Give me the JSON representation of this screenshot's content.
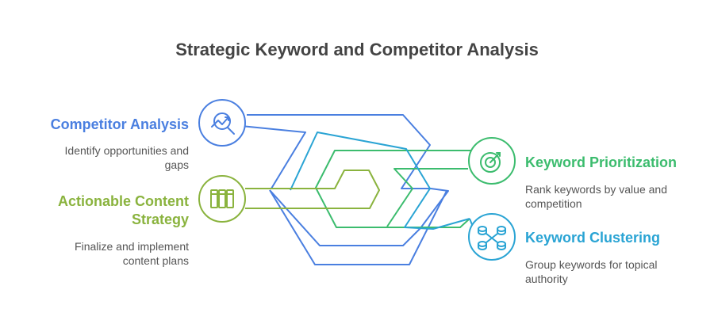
{
  "title": "Strategic Keyword and Competitor Analysis",
  "colors": {
    "competitor": "#4a7fe0",
    "content": "#8ab33e",
    "prioritization": "#3cbc6e",
    "clustering": "#2aa4d4",
    "text": "#555555"
  },
  "items": [
    {
      "label": "Competitor Analysis",
      "label_lines": [
        "Competitor Analysis"
      ],
      "desc_lines": [
        "Identify opportunities and",
        "gaps"
      ],
      "icon": "analysis-icon"
    },
    {
      "label": "Actionable Content Strategy",
      "label_lines": [
        "Actionable Content",
        "Strategy"
      ],
      "desc_lines": [
        "Finalize and implement",
        "content plans"
      ],
      "icon": "content-plan-icon"
    },
    {
      "label": "Keyword Prioritization",
      "label_lines": [
        "Keyword Prioritization"
      ],
      "desc_lines": [
        "Rank keywords by value and",
        "competition"
      ],
      "icon": "target-icon"
    },
    {
      "label": "Keyword Clustering",
      "label_lines": [
        "Keyword Clustering"
      ],
      "desc_lines": [
        "Group keywords for topical",
        "authority"
      ],
      "icon": "cluster-icon"
    }
  ]
}
